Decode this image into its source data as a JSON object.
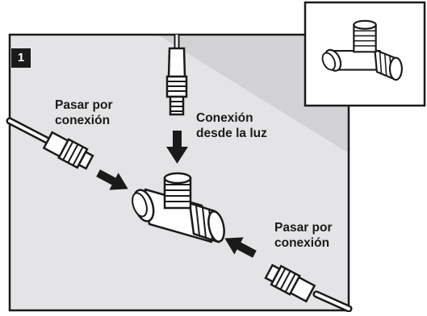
{
  "step": {
    "number": "1"
  },
  "labels": {
    "pass_through_left": [
      "Pasar por",
      "conexión"
    ],
    "from_light": [
      "Conexión",
      "desde la luz"
    ],
    "pass_through_right": [
      "Pasar por",
      "conexión"
    ]
  },
  "colors": {
    "panel_bg": "#e4e4e6",
    "panel_shade": "#d0d0d3",
    "line": "#1a1a1a",
    "connector_fill": "#ffffff",
    "badge_bg": "#1a1a1a"
  },
  "icons": {
    "inset": "t-connector-icon",
    "arrows": "arrow-icon"
  }
}
